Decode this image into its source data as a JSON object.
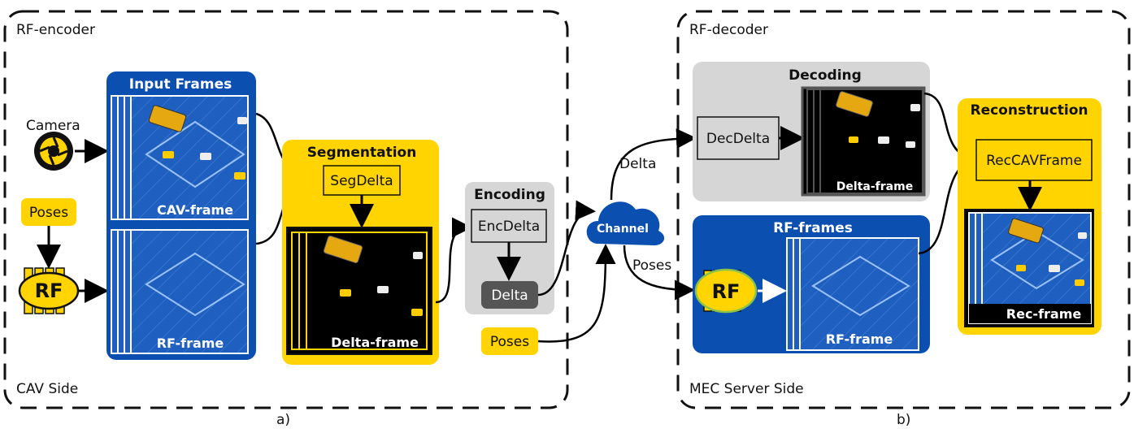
{
  "encoder": {
    "title": "RF-encoder",
    "side": "CAV Side",
    "panel_label": "a)",
    "camera_label": "Camera",
    "poses_label": "Poses",
    "rf_label": "RF",
    "input_frames": {
      "title": "Input Frames",
      "cav_frame": "CAV-frame",
      "rf_frame": "RF-frame"
    },
    "segmentation": {
      "title": "Segmentation",
      "block": "SegDelta",
      "frame": "Delta-frame"
    },
    "encoding": {
      "title": "Encoding",
      "block": "EncDelta",
      "output": "Delta"
    },
    "poses_out": "Poses"
  },
  "channel": {
    "label": "Channel",
    "delta_edge": "Delta",
    "poses_edge": "Poses"
  },
  "decoder": {
    "title": "RF-decoder",
    "side": "MEC Server Side",
    "panel_label": "b)",
    "decoding": {
      "title": "Decoding",
      "block": "DecDelta",
      "frame": "Delta-frame"
    },
    "rf_frames": {
      "title": "RF-frames",
      "rf_label": "RF",
      "frame": "RF-frame"
    },
    "reconstruction": {
      "title": "Reconstruction",
      "block": "RecCAVFrame",
      "frame": "Rec-frame"
    }
  },
  "colors": {
    "blue": "#0b4fb0",
    "yellow": "#ffd400",
    "gray": "#d6d6d6",
    "dark_gray": "#555555",
    "night": "#000000",
    "road": "#1f5fbf"
  }
}
